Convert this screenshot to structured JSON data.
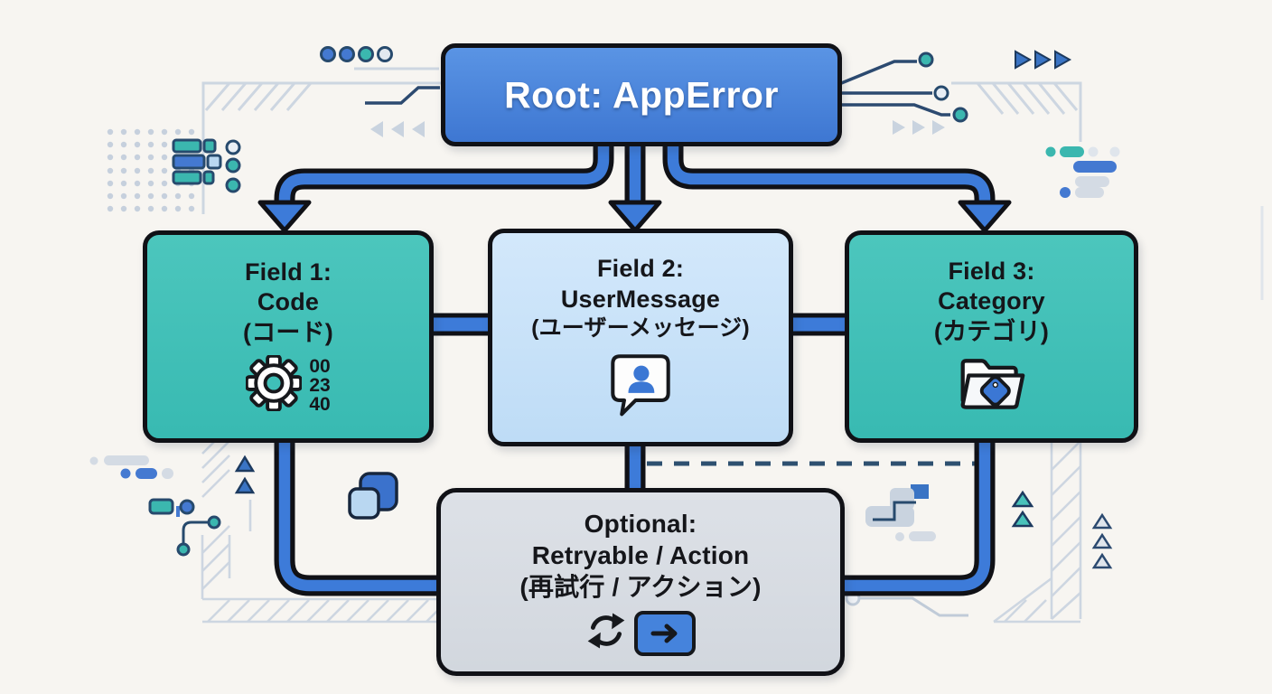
{
  "root": {
    "label": "Root: AppError"
  },
  "fields": [
    {
      "line1": "Field 1:",
      "line2": "Code",
      "line3": "(コード)",
      "icon": "gear-icon",
      "code_digits": [
        "00",
        "23",
        "40"
      ]
    },
    {
      "line1": "Field 2:",
      "line2": "UserMessage",
      "line3": "(ユーザーメッセージ)",
      "icon": "user-speech-bubble-icon"
    },
    {
      "line1": "Field 3:",
      "line2": "Category",
      "line3": "(カテゴリ)",
      "icon": "folder-tag-icon"
    }
  ],
  "optional": {
    "line1": "Optional:",
    "line2": "Retryable / Action",
    "line3": "(再試行 / アクション)",
    "icons": [
      "refresh-icon",
      "arrow-button-icon"
    ]
  },
  "colors": {
    "background": "#f7f5f1",
    "root_blue": "#4a84da",
    "teal_box": "#3fc0b8",
    "light_blue_box": "#c9e2f8",
    "gray_box": "#d8dde3",
    "connector_blue": "#3d7bd9",
    "outline_black": "#101116",
    "dashed_navy": "#2e5070",
    "deco_gray": "#cdd6e1",
    "deco_teal": "#3bb7af",
    "deco_blue": "#4479d1"
  }
}
